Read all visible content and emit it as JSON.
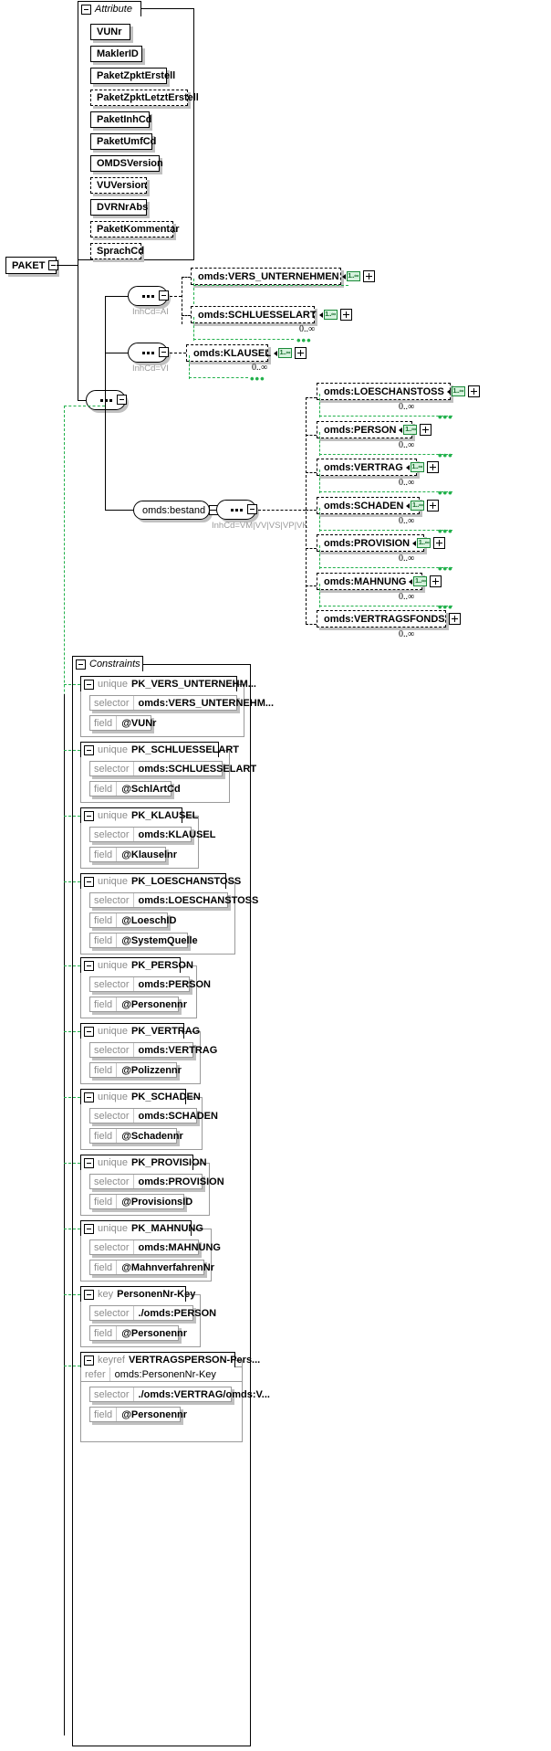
{
  "diagram": {
    "type": "xsd-schema-diagram",
    "root_element": {
      "name": "PAKET",
      "toggle": "minus"
    },
    "attribute_group": {
      "label": "Attribute",
      "toggle": "minus",
      "attributes": [
        {
          "name": "VUNr",
          "required": true
        },
        {
          "name": "MaklerID",
          "required": true
        },
        {
          "name": "PaketZpktErstell",
          "required": true
        },
        {
          "name": "PaketZpktLetztErstell",
          "required": false
        },
        {
          "name": "PaketInhCd",
          "required": true
        },
        {
          "name": "PaketUmfCd",
          "required": true
        },
        {
          "name": "OMDSVersion",
          "required": true
        },
        {
          "name": "VUVersion",
          "required": false
        },
        {
          "name": "DVRNrAbs",
          "required": true
        },
        {
          "name": "PaketKommentar",
          "required": false
        },
        {
          "name": "SprachCd",
          "required": false
        }
      ]
    },
    "branches": [
      {
        "id": "branch-ai",
        "compositor": "sequence",
        "annotation": "InhCd=AI",
        "elements": [
          {
            "name": "omds:VERS_UNTERNEHMEN",
            "badge": "1..∞",
            "occurs": "",
            "expandable": true
          },
          {
            "name": "omds:SCHLUESSELART",
            "badge": "1..∞",
            "occurs": "0..∞",
            "expandable": true
          }
        ]
      },
      {
        "id": "branch-vi",
        "compositor": "sequence",
        "annotation": "InhCd=VI",
        "elements": [
          {
            "name": "omds:KLAUSEL",
            "badge": "1..∞",
            "occurs": "0..∞",
            "expandable": true
          }
        ]
      },
      {
        "id": "branch-bestand",
        "group_name": "omds:bestand",
        "compositor": "sequence",
        "annotation": "InhCd=VM|VV|VS|VP|VK",
        "elements": [
          {
            "name": "omds:LOESCHANSTOSS",
            "badge": "1..∞",
            "occurs": "0..∞",
            "expandable": true
          },
          {
            "name": "omds:PERSON",
            "badge": "1..∞",
            "occurs": "0..∞",
            "expandable": true
          },
          {
            "name": "omds:VERTRAG",
            "badge": "1..∞",
            "occurs": "0..∞",
            "expandable": true
          },
          {
            "name": "omds:SCHADEN",
            "badge": "1..∞",
            "occurs": "0..∞",
            "expandable": true
          },
          {
            "name": "omds:PROVISION",
            "badge": "1..∞",
            "occurs": "0..∞",
            "expandable": true
          },
          {
            "name": "omds:MAHNUNG",
            "badge": "1..∞",
            "occurs": "0..∞",
            "expandable": true
          },
          {
            "name": "omds:VERTRAGSFONDS",
            "badge": "",
            "occurs": "0..∞",
            "expandable": true
          }
        ]
      }
    ],
    "constraints_group": {
      "label": "Constraints",
      "toggle": "minus",
      "items": [
        {
          "kind": "unique",
          "name": "PK_VERS_UNTERNEHM...",
          "rows": [
            {
              "k": "selector",
              "v": "omds:VERS_UNTERNEHM..."
            },
            {
              "k": "field",
              "v": "@VUNr"
            }
          ]
        },
        {
          "kind": "unique",
          "name": "PK_SCHLUESSELART",
          "rows": [
            {
              "k": "selector",
              "v": "omds:SCHLUESSELART"
            },
            {
              "k": "field",
              "v": "@SchlArtCd"
            }
          ]
        },
        {
          "kind": "unique",
          "name": "PK_KLAUSEL",
          "rows": [
            {
              "k": "selector",
              "v": "omds:KLAUSEL"
            },
            {
              "k": "field",
              "v": "@Klauselnr"
            }
          ]
        },
        {
          "kind": "unique",
          "name": "PK_LOESCHANSTOSS",
          "rows": [
            {
              "k": "selector",
              "v": "omds:LOESCHANSTOSS"
            },
            {
              "k": "field",
              "v": "@LoeschID"
            },
            {
              "k": "field",
              "v": "@SystemQuelle"
            }
          ]
        },
        {
          "kind": "unique",
          "name": "PK_PERSON",
          "rows": [
            {
              "k": "selector",
              "v": "omds:PERSON"
            },
            {
              "k": "field",
              "v": "@Personennr"
            }
          ]
        },
        {
          "kind": "unique",
          "name": "PK_VERTRAG",
          "rows": [
            {
              "k": "selector",
              "v": "omds:VERTRAG"
            },
            {
              "k": "field",
              "v": "@Polizzennr"
            }
          ]
        },
        {
          "kind": "unique",
          "name": "PK_SCHADEN",
          "rows": [
            {
              "k": "selector",
              "v": "omds:SCHADEN"
            },
            {
              "k": "field",
              "v": "@Schadennr"
            }
          ]
        },
        {
          "kind": "unique",
          "name": "PK_PROVISION",
          "rows": [
            {
              "k": "selector",
              "v": "omds:PROVISION"
            },
            {
              "k": "field",
              "v": "@ProvisionsID"
            }
          ]
        },
        {
          "kind": "unique",
          "name": "PK_MAHNUNG",
          "rows": [
            {
              "k": "selector",
              "v": "omds:MAHNUNG"
            },
            {
              "k": "field",
              "v": "@MahnverfahrenNr"
            }
          ]
        },
        {
          "kind": "key",
          "name": "PersonenNr-Key",
          "rows": [
            {
              "k": "selector",
              "v": "./omds:PERSON"
            },
            {
              "k": "field",
              "v": "@Personennr"
            }
          ]
        },
        {
          "kind": "keyref",
          "name": "VERTRAGSPERSON-Pers...",
          "refer": {
            "k": "refer",
            "v": "omds:PersonenNr-Key"
          },
          "rows": [
            {
              "k": "selector",
              "v": "./omds:VERTRAG/omds:V..."
            },
            {
              "k": "field",
              "v": "@Personennr"
            }
          ]
        }
      ]
    },
    "colors": {
      "accent_green": "#22b14c",
      "badge_green": "#1a8a38",
      "shadow_gray": "#c0c0c0",
      "muted_gray": "#8c8c8c"
    }
  }
}
